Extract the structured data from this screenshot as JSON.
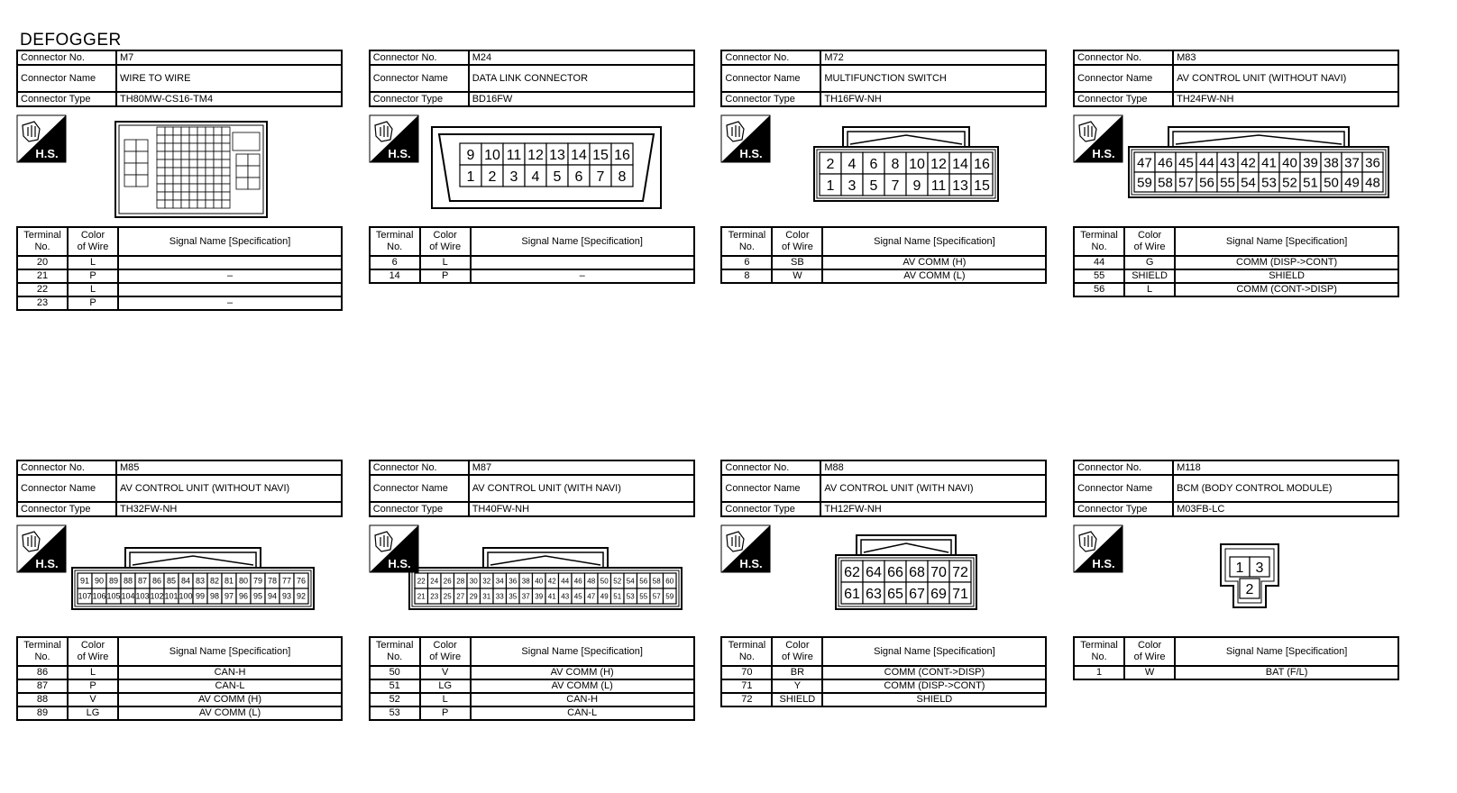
{
  "page_title": "DEFOGGER",
  "labels": {
    "connector_no": "Connector No.",
    "connector_name": "Connector Name",
    "connector_type": "Connector Type",
    "terminal_no": [
      "Terminal",
      "No."
    ],
    "color_of_wire": [
      "Color",
      "of Wire"
    ],
    "signal_name": "Signal Name [Specification]",
    "hs_badge": "H.S."
  },
  "connectors": [
    {
      "no": "M7",
      "name": "WIRE TO WIRE",
      "type": "TH80MW-CS16-TM4",
      "terminals": [
        {
          "t": "20",
          "c": "L",
          "s": ""
        },
        {
          "t": "21",
          "c": "P",
          "s": "–"
        },
        {
          "t": "22",
          "c": "L",
          "s": ""
        },
        {
          "t": "23",
          "c": "P",
          "s": "–"
        }
      ]
    },
    {
      "no": "M24",
      "name": "DATA LINK CONNECTOR",
      "type": "BD16FW",
      "pins_top": [
        "9",
        "10",
        "11",
        "12",
        "13",
        "14",
        "15",
        "16"
      ],
      "pins_bottom": [
        "1",
        "2",
        "3",
        "4",
        "5",
        "6",
        "7",
        "8"
      ],
      "terminals": [
        {
          "t": "6",
          "c": "L",
          "s": ""
        },
        {
          "t": "14",
          "c": "P",
          "s": "–"
        }
      ]
    },
    {
      "no": "M72",
      "name": "MULTIFUNCTION SWITCH",
      "type": "TH16FW-NH",
      "pins_top": [
        "2",
        "4",
        "6",
        "8",
        "10",
        "12",
        "14",
        "16"
      ],
      "pins_bottom": [
        "1",
        "3",
        "5",
        "7",
        "9",
        "11",
        "13",
        "15"
      ],
      "terminals": [
        {
          "t": "6",
          "c": "SB",
          "s": "AV COMM (H)"
        },
        {
          "t": "8",
          "c": "W",
          "s": "AV COMM (L)"
        }
      ]
    },
    {
      "no": "M83",
      "name": "AV CONTROL UNIT (WITHOUT NAVI)",
      "type": "TH24FW-NH",
      "pins_top": [
        "47",
        "46",
        "45",
        "44",
        "43",
        "42",
        "41",
        "40",
        "39",
        "38",
        "37",
        "36"
      ],
      "pins_bottom": [
        "59",
        "58",
        "57",
        "56",
        "55",
        "54",
        "53",
        "52",
        "51",
        "50",
        "49",
        "48"
      ],
      "terminals": [
        {
          "t": "44",
          "c": "G",
          "s": "COMM (DISP->CONT)"
        },
        {
          "t": "55",
          "c": "SHIELD",
          "s": "SHIELD"
        },
        {
          "t": "56",
          "c": "L",
          "s": "COMM (CONT->DISP)"
        }
      ]
    },
    {
      "no": "M85",
      "name": "AV CONTROL UNIT (WITHOUT NAVI)",
      "type": "TH32FW-NH",
      "pins_top": [
        "91",
        "90",
        "89",
        "88",
        "87",
        "86",
        "85",
        "84",
        "83",
        "82",
        "81",
        "80",
        "79",
        "78",
        "77",
        "76"
      ],
      "pins_bottom": [
        "107",
        "106",
        "105",
        "104",
        "103",
        "102",
        "101",
        "100",
        "99",
        "98",
        "97",
        "96",
        "95",
        "94",
        "93",
        "92"
      ],
      "terminals": [
        {
          "t": "86",
          "c": "L",
          "s": "CAN-H"
        },
        {
          "t": "87",
          "c": "P",
          "s": "CAN-L"
        },
        {
          "t": "88",
          "c": "V",
          "s": "AV COMM (H)"
        },
        {
          "t": "89",
          "c": "LG",
          "s": "AV COMM (L)"
        }
      ]
    },
    {
      "no": "M87",
      "name": "AV CONTROL UNIT (WITH NAVI)",
      "type": "TH40FW-NH",
      "pins_top": [
        "22",
        "24",
        "26",
        "28",
        "30",
        "32",
        "34",
        "36",
        "38",
        "40",
        "42",
        "44",
        "46",
        "48",
        "50",
        "52",
        "54",
        "56",
        "58",
        "60"
      ],
      "pins_bottom": [
        "21",
        "23",
        "25",
        "27",
        "29",
        "31",
        "33",
        "35",
        "37",
        "39",
        "41",
        "43",
        "45",
        "47",
        "49",
        "51",
        "53",
        "55",
        "57",
        "59"
      ],
      "terminals": [
        {
          "t": "50",
          "c": "V",
          "s": "AV COMM (H)"
        },
        {
          "t": "51",
          "c": "LG",
          "s": "AV COMM (L)"
        },
        {
          "t": "52",
          "c": "L",
          "s": "CAN-H"
        },
        {
          "t": "53",
          "c": "P",
          "s": "CAN-L"
        }
      ]
    },
    {
      "no": "M88",
      "name": "AV CONTROL UNIT (WITH NAVI)",
      "type": "TH12FW-NH",
      "pins_top": [
        "62",
        "64",
        "66",
        "68",
        "70",
        "72"
      ],
      "pins_bottom": [
        "61",
        "63",
        "65",
        "67",
        "69",
        "71"
      ],
      "terminals": [
        {
          "t": "70",
          "c": "BR",
          "s": "COMM (CONT->DISP)"
        },
        {
          "t": "71",
          "c": "Y",
          "s": "COMM (DISP->CONT)"
        },
        {
          "t": "72",
          "c": "SHIELD",
          "s": "SHIELD"
        }
      ]
    },
    {
      "no": "M118",
      "name": "BCM (BODY CONTROL MODULE)",
      "type": "M03FB-LC",
      "pins_top": [
        "1",
        "3"
      ],
      "pins_bottom": [
        "2"
      ],
      "terminals": [
        {
          "t": "1",
          "c": "W",
          "s": "BAT (F/L)"
        }
      ]
    }
  ]
}
